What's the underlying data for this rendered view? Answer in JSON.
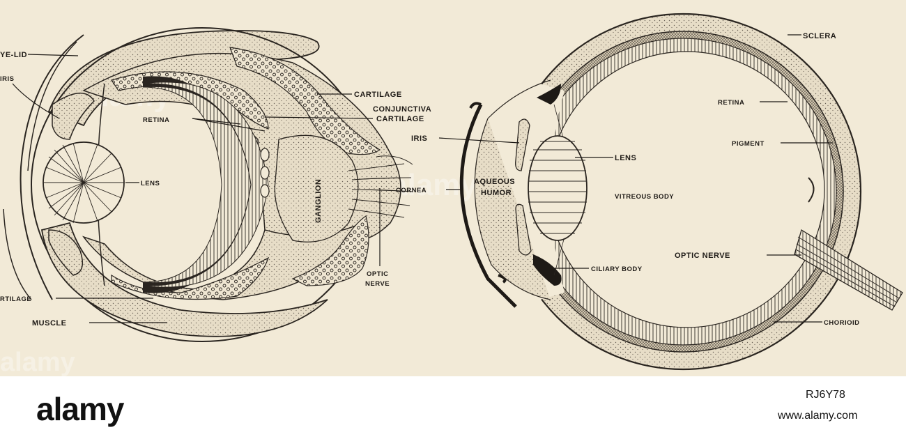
{
  "figure": {
    "left_eye_labels": {
      "eyelid": "YE-LID",
      "iris": "IRIS",
      "cartilage_top": "CARTILAGE",
      "conjunctiva": "CONJUNCTIVA",
      "cartilage_mid": "CARTILAGE",
      "retina": "RETINA",
      "lens": "LENS",
      "ganglion": "GANGLION",
      "optic": "OPTIC",
      "nerve": "NERVE",
      "cartilage_bottom": "RTILAGE",
      "muscle": "MUSCLE"
    },
    "right_eye_labels": {
      "sclera": "SCLERA",
      "retina": "RETINA",
      "iris": "IRIS",
      "pigment": "PIGMENT",
      "lens": "LENS",
      "cornea": "CORNEA",
      "aqueous": "AQUEOUS",
      "humor": "HUMOR",
      "vitreous_body": "VITREOUS BODY",
      "optic_nerve": "OPTIC NERVE",
      "ciliary_body": "CILIARY BODY",
      "chorioid": "CHORIOID"
    },
    "watermark": "alamy",
    "colors": {
      "paper": "#f2ead7",
      "ink": "#1e1a16",
      "tissue": "#e4dac4"
    }
  },
  "footer": {
    "brand": "alamy",
    "image_id": "RJ6Y78",
    "site": "www.alamy.com"
  }
}
